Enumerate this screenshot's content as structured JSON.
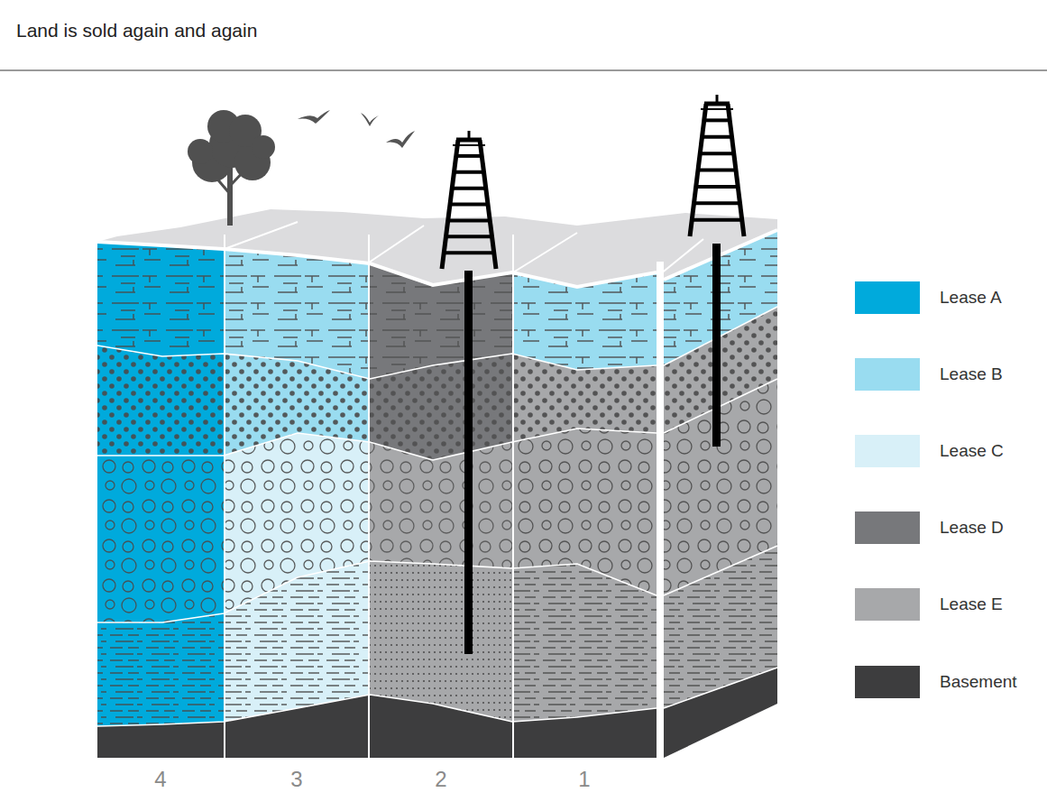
{
  "diagram": {
    "title": "Land is sold again and again",
    "labels": [
      "4",
      "3",
      "2",
      "1"
    ],
    "legend": [
      {
        "text": "Lease A",
        "color": "#00aadc"
      },
      {
        "text": "Lease B",
        "color": "#99dcf0"
      },
      {
        "text": "Lease C",
        "color": "#d8f0f8"
      },
      {
        "text": "Lease D",
        "color": "#77787b"
      },
      {
        "text": "Lease E",
        "color": "#a7a8aa"
      },
      {
        "text": "Basement",
        "color": "#3d3d3e"
      }
    ]
  }
}
